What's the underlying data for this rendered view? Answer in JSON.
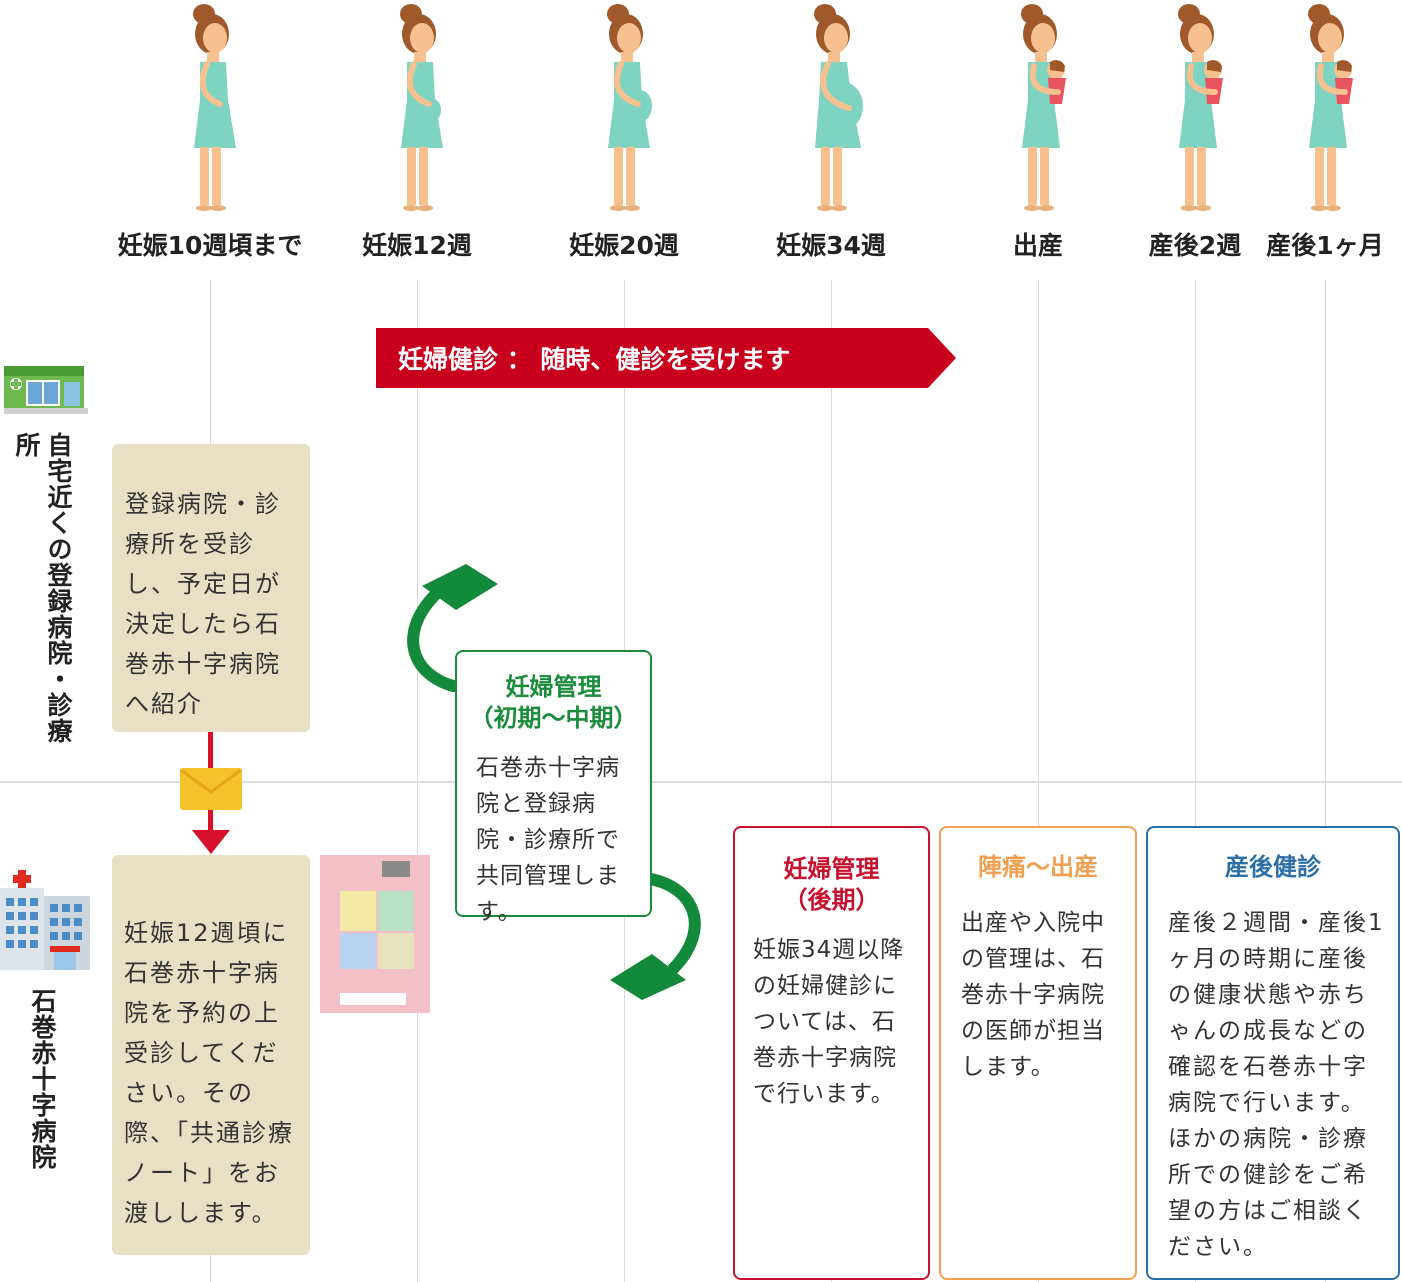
{
  "stages": [
    {
      "label": "妊娠10週頃まで"
    },
    {
      "label": "妊娠12週"
    },
    {
      "label": "妊娠20週"
    },
    {
      "label": "妊娠34週"
    },
    {
      "label": "出産"
    },
    {
      "label": "産後2週"
    },
    {
      "label": "産後1ヶ月"
    }
  ],
  "banner": {
    "text": "妊婦健診 ： 随時、健診を受けます",
    "color": "#c8001e"
  },
  "side": {
    "clinic": "自宅近くの登録病院・診療所",
    "hospital": "石巻赤十字病院"
  },
  "clinic_box": {
    "text": "登録病院・診療所を受診し、予定日が決定したら石巻赤十字病院へ紹介"
  },
  "hospital_box": {
    "text": "妊娠12週頃に石巻赤十字病院を予約の上受診してください。その際、「共通診療ノート」をお渡しします。"
  },
  "shared_box": {
    "title1": "妊婦管理",
    "title2": "（初期～中期）",
    "text": "石巻赤十字病院と登録病院・診療所で共同管理します。",
    "color": "#1a8c3c"
  },
  "late_box": {
    "title1": "妊婦管理",
    "title2": "（後期）",
    "text": "妊娠34週以降の妊婦健診については、石巻赤十字病院で行います。",
    "color": "#c8102e"
  },
  "delivery_box": {
    "title": "陣痛～出産",
    "text": "出産や入院中の管理は、石巻赤十字病院の医師が担当します。",
    "color": "#f0a050"
  },
  "postnatal_box": {
    "title": "産後健診",
    "text": "産後２週間・産後1ヶ月の時期に産後の健康状態や赤ちゃんの成長などの確認を石巻赤十字病院で行います。ほかの病院・診療所での健診をご希望の方はご相談ください。",
    "color": "#2c6ea6"
  },
  "colors": {
    "beige": "#e8e0c4",
    "arrow_red": "#d8102a",
    "arrow_green": "#128a3a",
    "grid": "#d9d9d9"
  },
  "icons": [
    "pregnant-woman-icon",
    "mother-baby-icon",
    "clinic-building-icon",
    "hospital-building-icon",
    "envelope-icon",
    "notebook-icon"
  ]
}
